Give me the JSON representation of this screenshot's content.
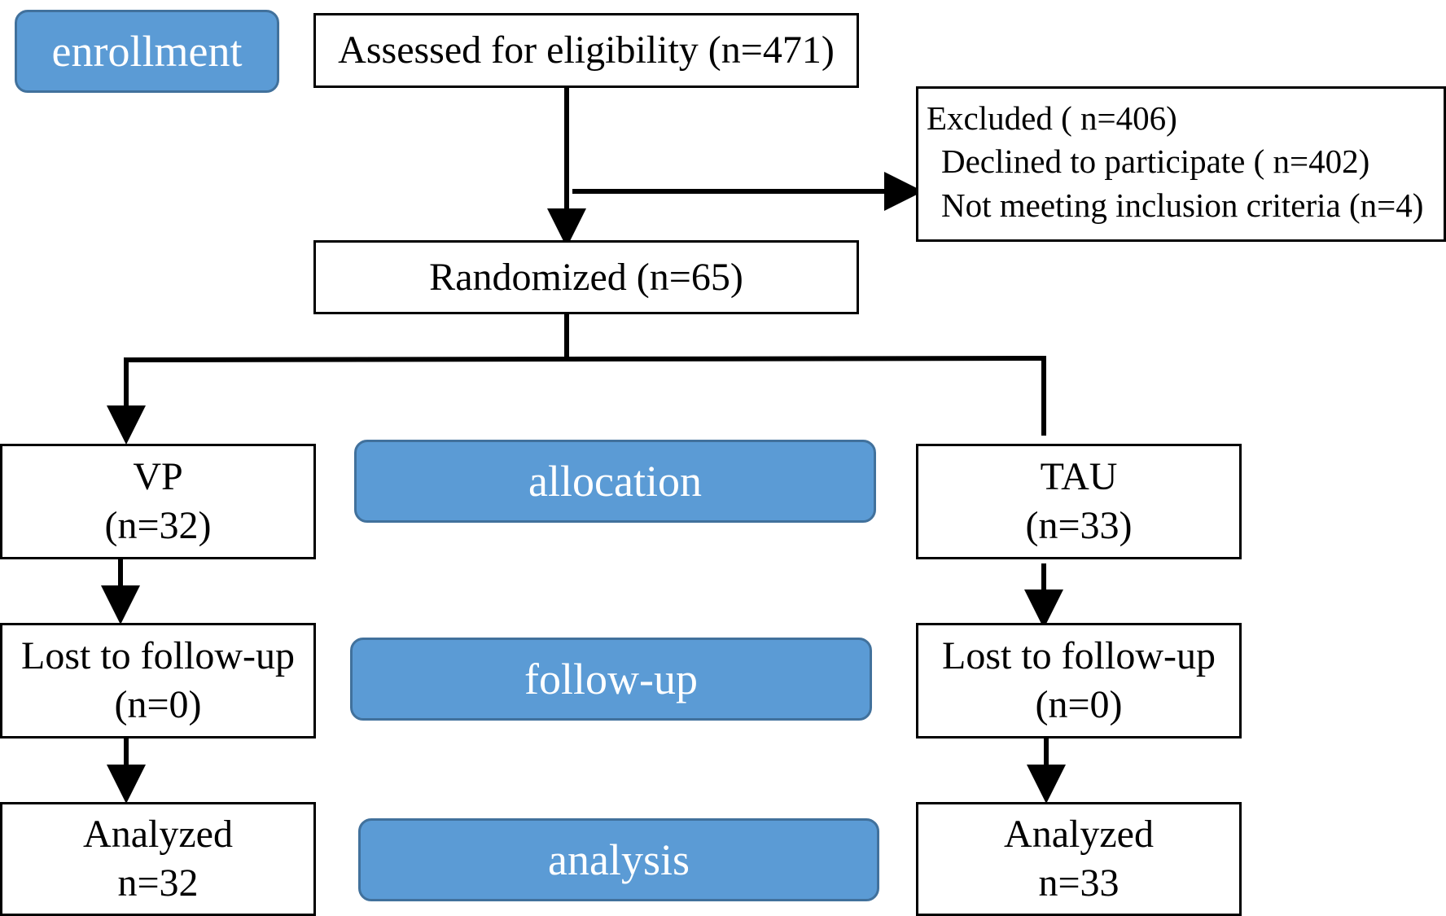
{
  "stages": {
    "enrollment": "enrollment",
    "allocation": "allocation",
    "follow_up": "follow-up",
    "analysis": "analysis"
  },
  "assessed": "Assessed for eligibility (n=471)",
  "excluded": {
    "title": "Excluded ( n=406)",
    "declined": "Declined to participate ( n=402)",
    "not_meeting": "Not meeting inclusion criteria (n=4)"
  },
  "randomized": "Randomized (n=65)",
  "arms": {
    "vp": {
      "name": "VP",
      "n": "(n=32)",
      "lost_label": "Lost to follow-up",
      "lost_n": "(n=0)",
      "analyzed_label": "Analyzed",
      "analyzed_n": "n=32"
    },
    "tau": {
      "name": "TAU",
      "n": "(n=33)",
      "lost_label": "Lost to follow-up",
      "lost_n": "(n=0)",
      "analyzed_label": "Analyzed",
      "analyzed_n": "n=33"
    }
  },
  "colors": {
    "stage_fill": "#5b9bd5",
    "stage_border": "#41719c",
    "stage_text": "#ffffff",
    "line": "#000000"
  }
}
